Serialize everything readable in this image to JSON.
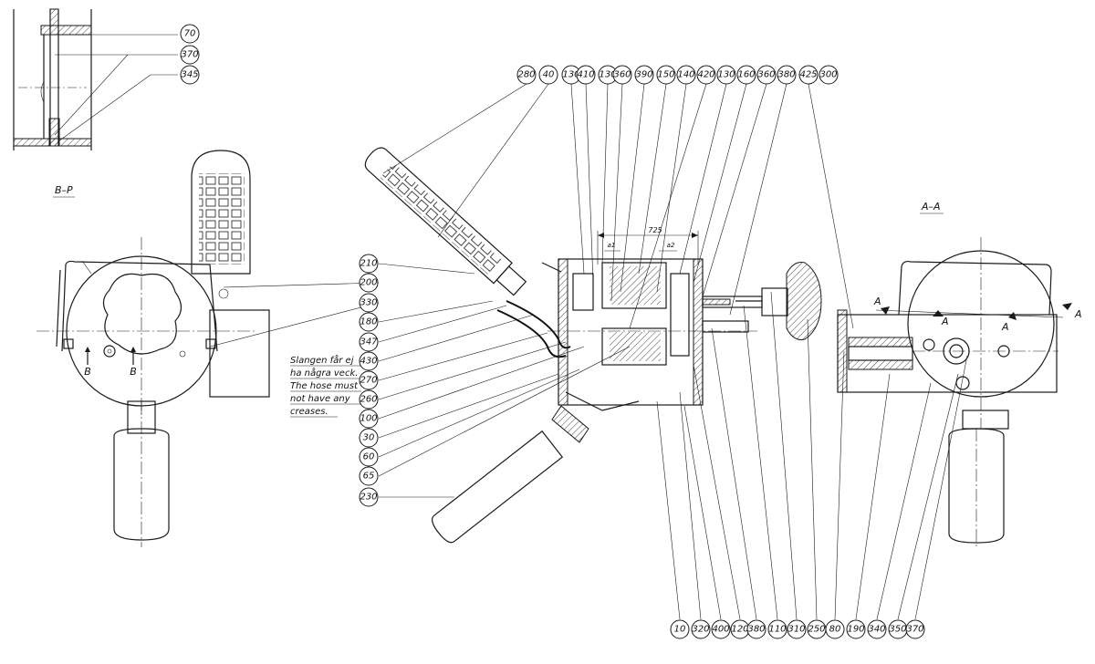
{
  "section_labels": {
    "bp": "B–P",
    "aa": "A–A"
  },
  "section_markers": {
    "a": "A",
    "b": "B"
  },
  "dimensions": {
    "overall": "725",
    "a1": "a1",
    "a2": "a2"
  },
  "note": {
    "line1": "Slangen får ej",
    "line2": "ha några veck.",
    "line3": "The hose must",
    "line4": "not have any",
    "line5": "creases."
  },
  "callouts": {
    "top_left": [
      "70",
      "370",
      "345"
    ],
    "top_row": [
      "280",
      "40",
      "130",
      "410",
      "130",
      "360",
      "390",
      "150",
      "140",
      "420",
      "130",
      "160",
      "360",
      "380",
      "425",
      "300"
    ],
    "left_column": [
      "210",
      "200",
      "330",
      "180",
      "347",
      "430",
      "270",
      "260",
      "100",
      "30",
      "60",
      "65",
      "230"
    ],
    "bottom_row": [
      "10",
      "320",
      "400",
      "120",
      "380",
      "110",
      "310",
      "250",
      "80",
      "190",
      "340",
      "350",
      "370"
    ]
  }
}
